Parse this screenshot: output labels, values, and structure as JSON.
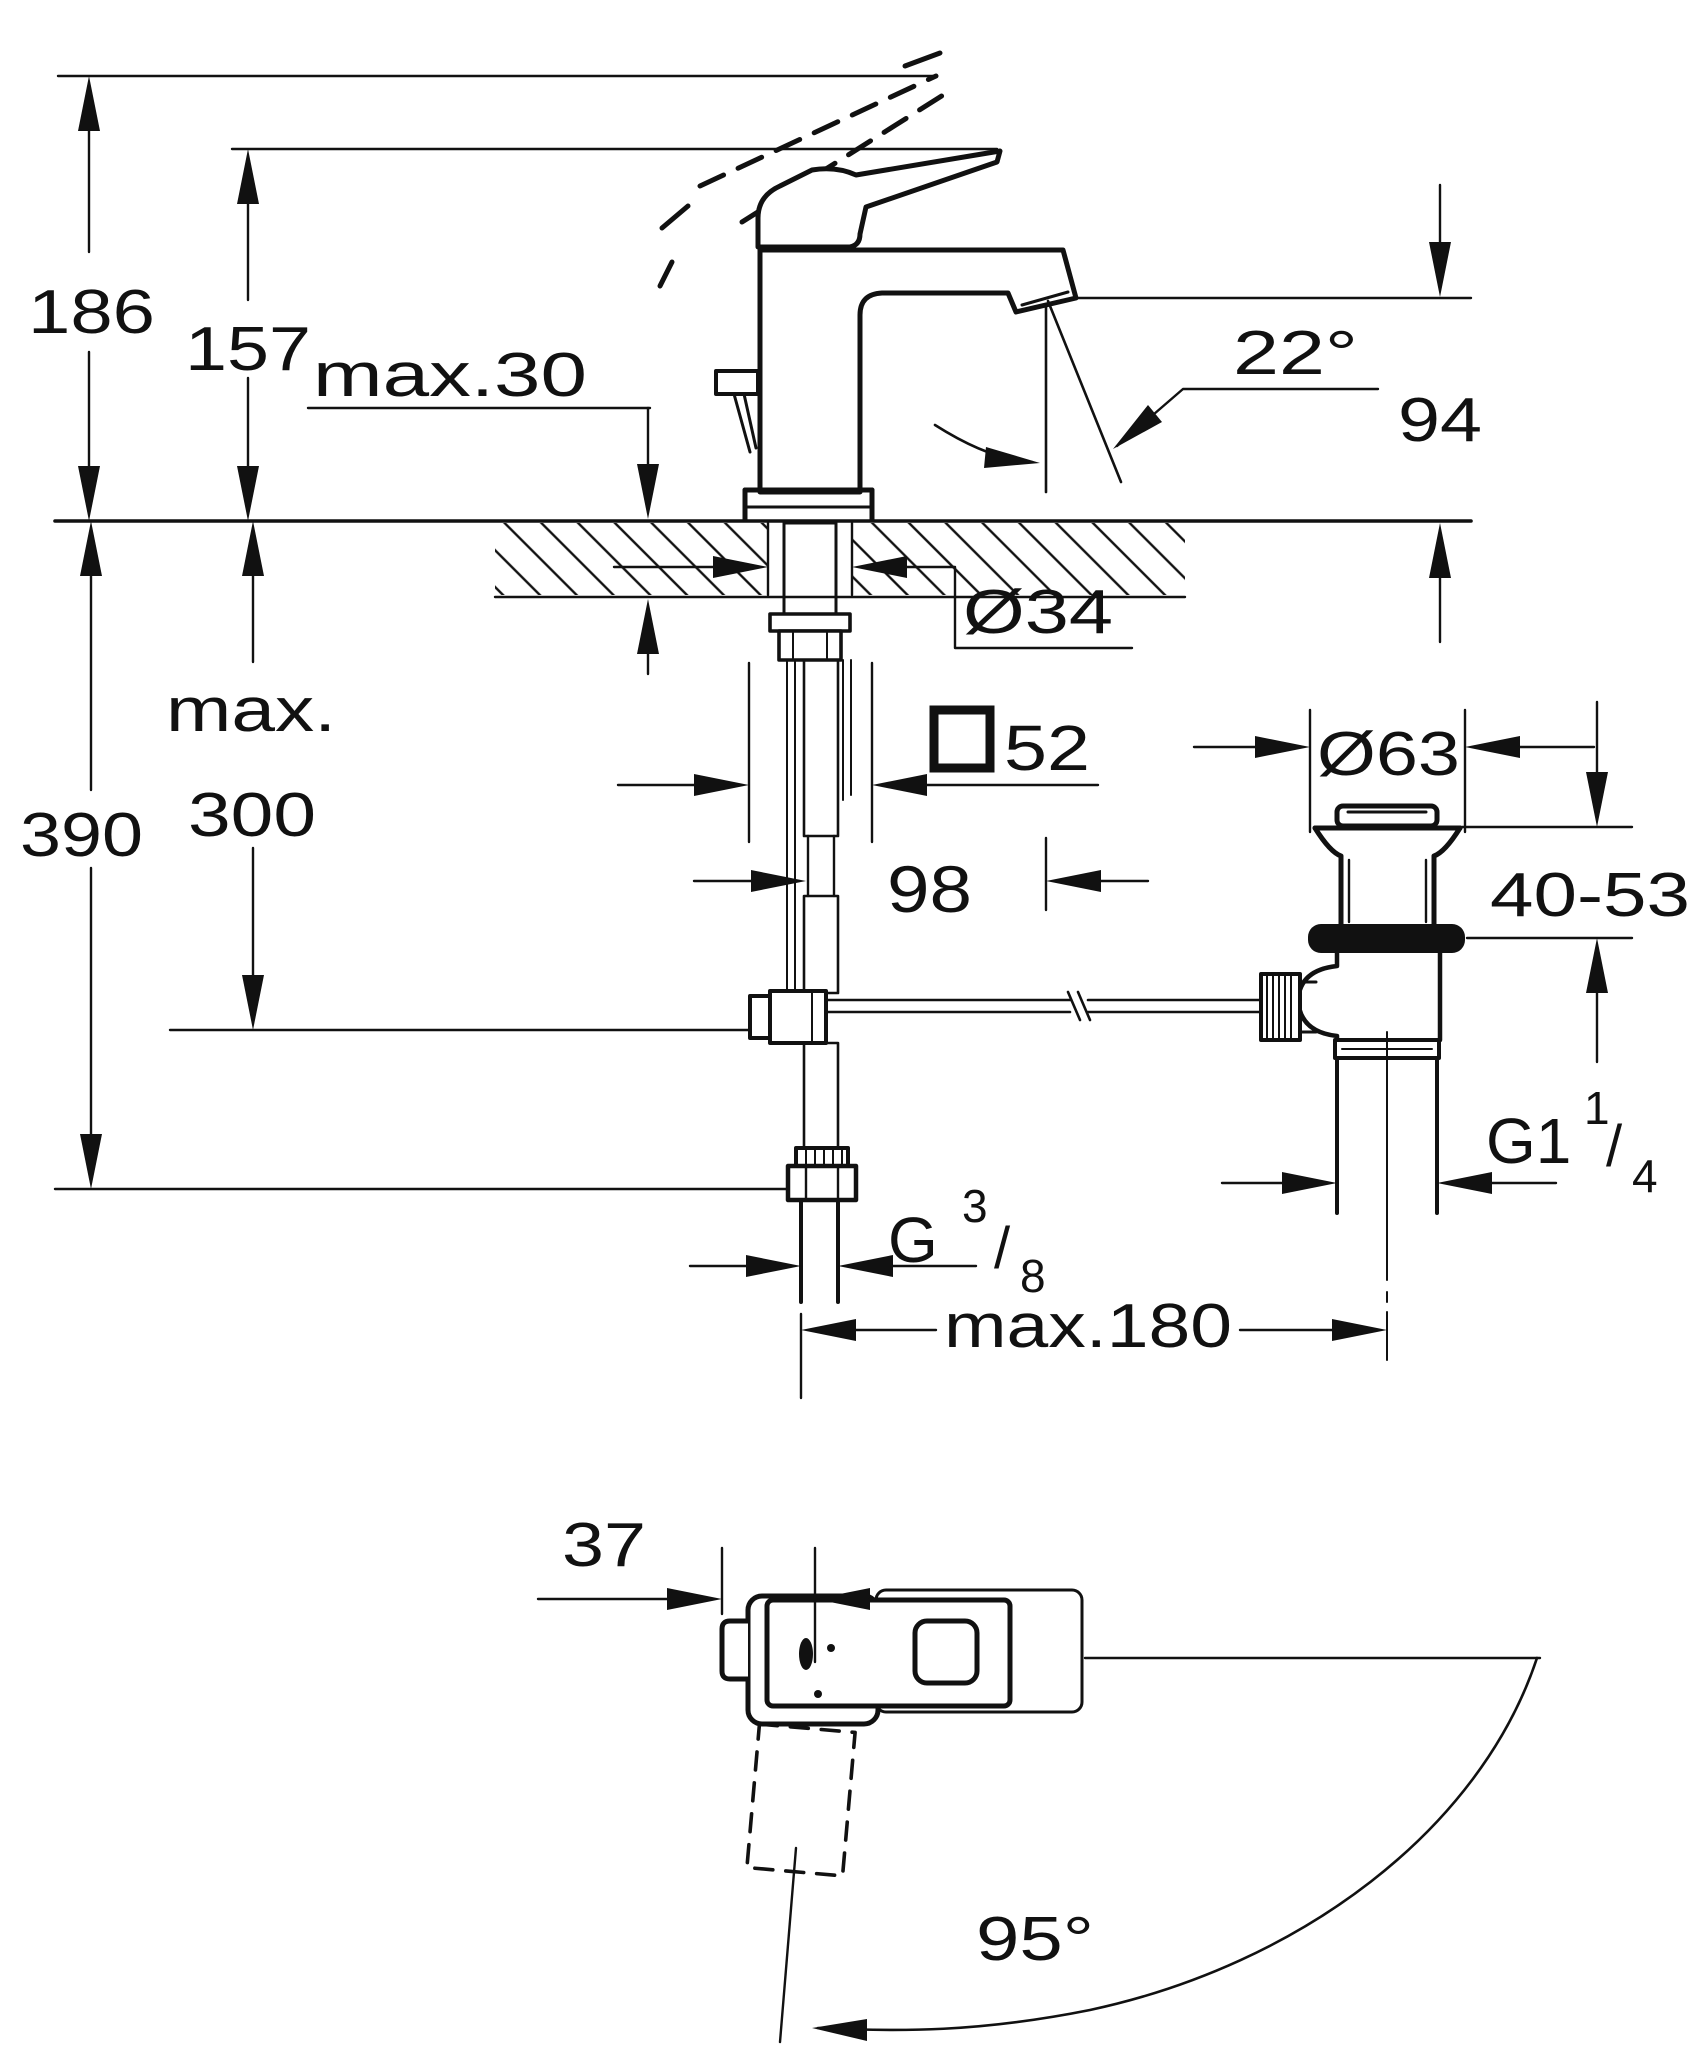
{
  "colors": {
    "ink": "#111111",
    "paper": "#ffffff"
  },
  "front_view": {
    "height_total": "186",
    "height_to_handle": "157",
    "deck_thickness": "max.30",
    "spout_angle": "22°",
    "spout_height": "94",
    "hole_diameter": "Ø34",
    "body_square": "52",
    "spout_reach": "98",
    "waste_flange_diameter": "Ø63",
    "waste_clamp_range": "40-53",
    "hose_drop_max_label": "max.",
    "hose_drop_max_value": "300",
    "hose_drop_total": "390",
    "supply_thread": {
      "prefix": "G",
      "numerator": "3",
      "slash": "/",
      "denominator": "8"
    },
    "rod_reach": "max.180",
    "waste_thread": {
      "prefix": "G1",
      "numerator": "1",
      "slash": "/",
      "denominator": "4"
    }
  },
  "top_view": {
    "spout_offset": "37",
    "handle_swivel_angle": "95°"
  }
}
